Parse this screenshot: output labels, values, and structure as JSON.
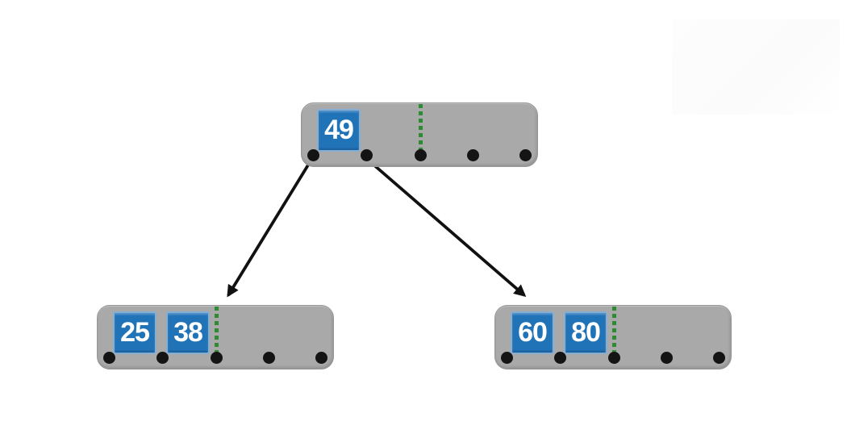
{
  "diagram": {
    "kind": "b-tree",
    "nodes": {
      "root": {
        "keys": [
          "49"
        ],
        "pointer_count": 5,
        "separator": "green-dotted-after-slot-2"
      },
      "left_child": {
        "keys": [
          "25",
          "38"
        ],
        "pointer_count": 5,
        "separator": "green-dotted-after-slot-2"
      },
      "right_child": {
        "keys": [
          "60",
          "80"
        ],
        "pointer_count": 5,
        "separator": "green-dotted-after-slot-2"
      }
    },
    "edges": [
      {
        "from": "root.pointer.0",
        "to": "left_child"
      },
      {
        "from": "root.pointer.1",
        "to": "right_child"
      }
    ]
  },
  "colors": {
    "background": "#ffffff",
    "node_fill": "#a9a9a9",
    "node_border": "#979797",
    "key_fill": "#2173b8",
    "key_border": "#84aed3",
    "key_text": "#ffffff",
    "separator_dotted": "#2e8b33",
    "pointer_dot": "#141414",
    "arrow": "#111111"
  }
}
